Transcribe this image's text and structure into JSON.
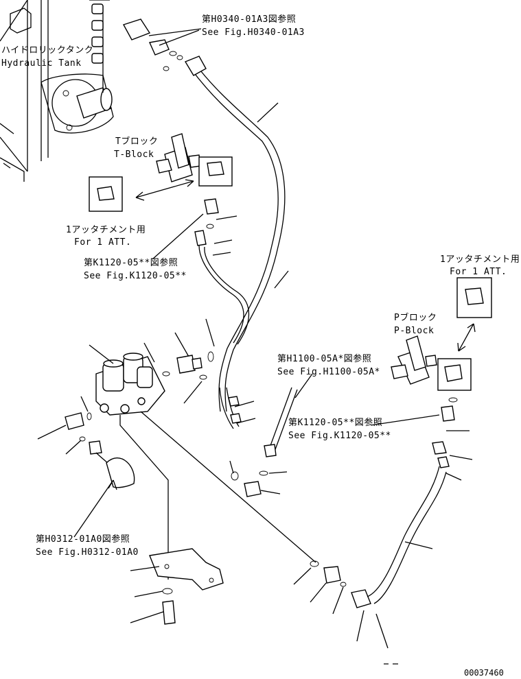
{
  "labels": {
    "ref_h0340_jp": "第H0340-01A3図参照",
    "ref_h0340_en": "See Fig.H0340-01A3",
    "hydraulic_tank_jp": "ハイドロリックタンク",
    "hydraulic_tank_en": "Hydraulic Tank",
    "t_block_jp": "Tブロック",
    "t_block_en": "T-Block",
    "for_1att_left_jp": "1アッタチメント用",
    "for_1att_left_en": "For 1 ATT.",
    "ref_k1120_left_jp": "第K1120-05**図参照",
    "ref_k1120_left_en": "See Fig.K1120-05**",
    "for_1att_right_jp": "1アッタチメント用",
    "for_1att_right_en": "For 1 ATT.",
    "p_block_jp": "Pブロック",
    "p_block_en": "P-Block",
    "ref_h1100_jp": "第H1100-05A*図参照",
    "ref_h1100_en": "See Fig.H1100-05A*",
    "ref_k1120_right_jp": "第K1120-05**図参照",
    "ref_k1120_right_en": "See Fig.K1120-05**",
    "ref_h0312_jp": "第H0312-01A0図参照",
    "ref_h0312_en": "See Fig.H0312-01A0",
    "figure_number": "00037460"
  }
}
